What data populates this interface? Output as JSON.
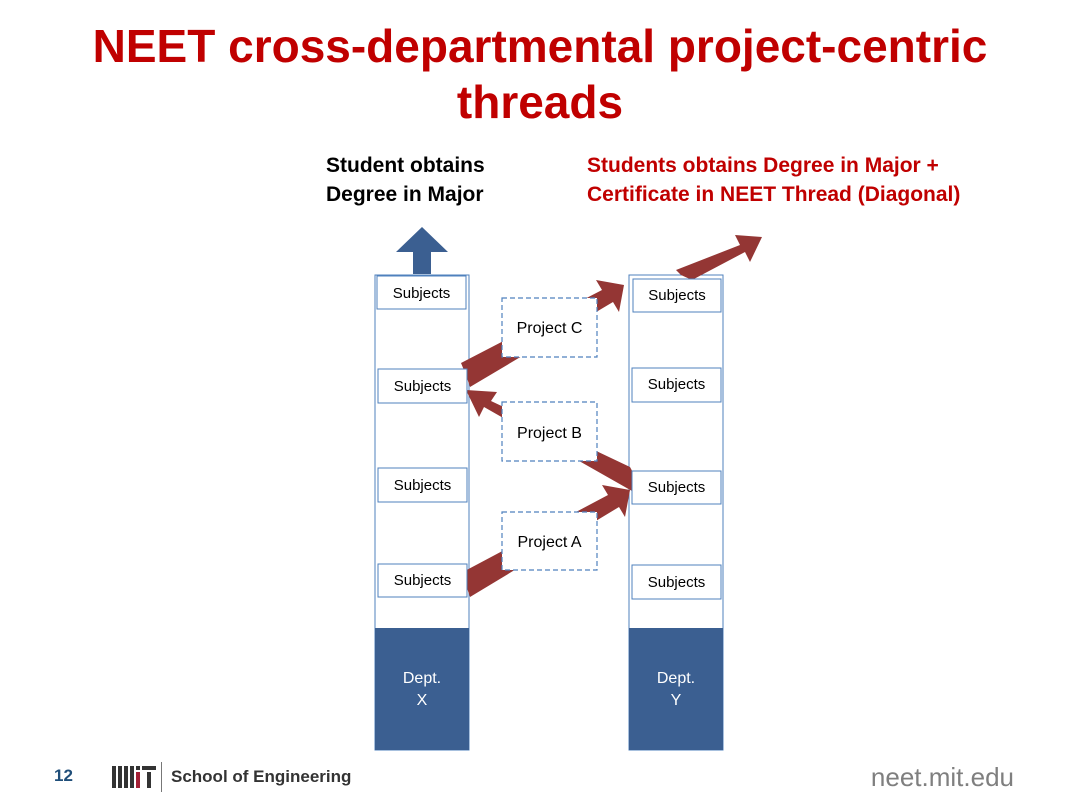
{
  "slide": {
    "title_line1": "NEET cross-departmental project-centric",
    "title_line2": "threads",
    "left_heading_line1": "Student obtains",
    "left_heading_line2": "Degree in Major",
    "right_heading_line1": "Students obtains Degree in Major +",
    "right_heading_line2": "Certificate in NEET Thread (Diagonal)"
  },
  "diagram": {
    "column_x": {
      "subjects": [
        "Subjects",
        "Subjects",
        "Subjects",
        "Subjects"
      ],
      "dept_line1": "Dept.",
      "dept_line2": "X"
    },
    "column_y": {
      "subjects": [
        "Subjects",
        "Subjects",
        "Subjects",
        "Subjects"
      ],
      "dept_line1": "Dept.",
      "dept_line2": "Y"
    },
    "projects": {
      "a": "Project A",
      "b": "Project B",
      "c": "Project C"
    }
  },
  "footer": {
    "page_number": "12",
    "logo_text": "MIT",
    "school": "School of Engineering",
    "website": "neet.mit.edu"
  },
  "colors": {
    "title": "#c00000",
    "arrow": "#943634",
    "dept": "#3b5f91",
    "box_border": "#4f81bd"
  }
}
